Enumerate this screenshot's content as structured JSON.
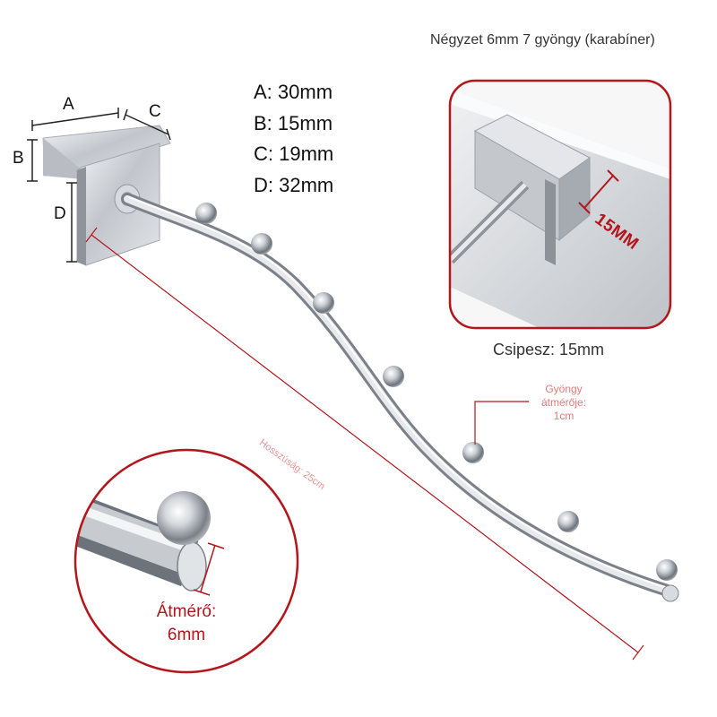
{
  "title": "Négyzet 6mm 7 gyöngy (karabíner)",
  "dimension_letters": {
    "a": "A",
    "b": "B",
    "c": "C",
    "d": "D"
  },
  "dimensions": [
    {
      "label": "A:",
      "value": "30mm"
    },
    {
      "label": "B:",
      "value": "15mm"
    },
    {
      "label": "C:",
      "value": "19mm"
    },
    {
      "label": "D:",
      "value": "32mm"
    }
  ],
  "clip_inset": {
    "label": "15MM",
    "caption": "Csipesz: 15mm"
  },
  "bead_note": [
    "Gyöngy",
    "átmérője:",
    "1cm"
  ],
  "length_label": "Hosszúság: 25cm",
  "rod_inset": {
    "label": [
      "Átmérő:",
      "6mm"
    ]
  },
  "colors": {
    "accent_red": "#b3161b",
    "steel": "#c9ccd1"
  }
}
